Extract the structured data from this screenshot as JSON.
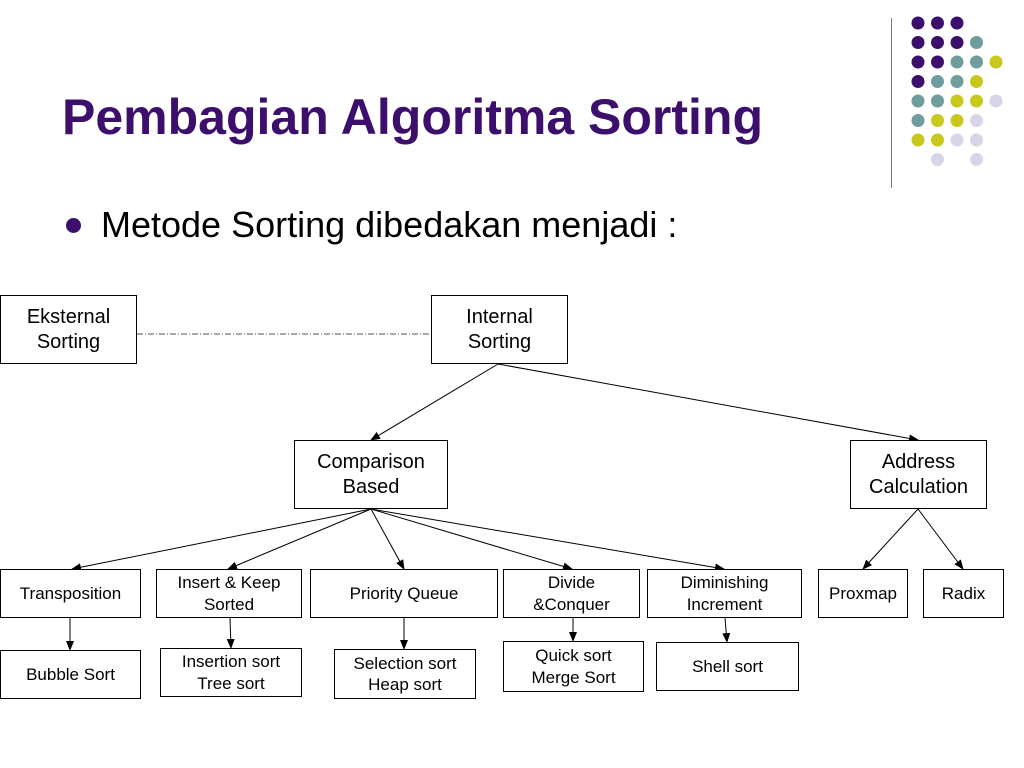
{
  "slide": {
    "title": "Pembagian Algoritma Sorting",
    "bullet": "Metode Sorting dibedakan menjadi :"
  },
  "colors": {
    "title": "#3b0f6b",
    "dot_purple": "#3b0f6b",
    "dot_teal": "#6f9c9c",
    "dot_yellow": "#c8c81e",
    "dot_lavender": "#d6d6e8"
  },
  "diagram": {
    "eksternal": [
      "Eksternal",
      "Sorting"
    ],
    "internal": [
      "Internal",
      "Sorting"
    ],
    "comparison": [
      "Comparison",
      "Based"
    ],
    "address": [
      "Address",
      "Calculation"
    ],
    "transposition": [
      "Transposition"
    ],
    "insert_keep": [
      "Insert & Keep",
      "Sorted"
    ],
    "priority_queue": [
      "Priority Queue"
    ],
    "divide_conquer": [
      "Divide",
      "&Conquer"
    ],
    "diminishing": [
      "Diminishing",
      "Increment"
    ],
    "proxmap": [
      "Proxmap"
    ],
    "radix": [
      "Radix"
    ],
    "bubble": [
      "Bubble Sort"
    ],
    "insertion_tree": [
      "Insertion sort",
      "Tree sort"
    ],
    "selection_heap": [
      "Selection sort",
      "Heap sort"
    ],
    "quick_merge": [
      "Quick sort",
      "Merge Sort"
    ],
    "shell": [
      "Shell sort"
    ]
  }
}
